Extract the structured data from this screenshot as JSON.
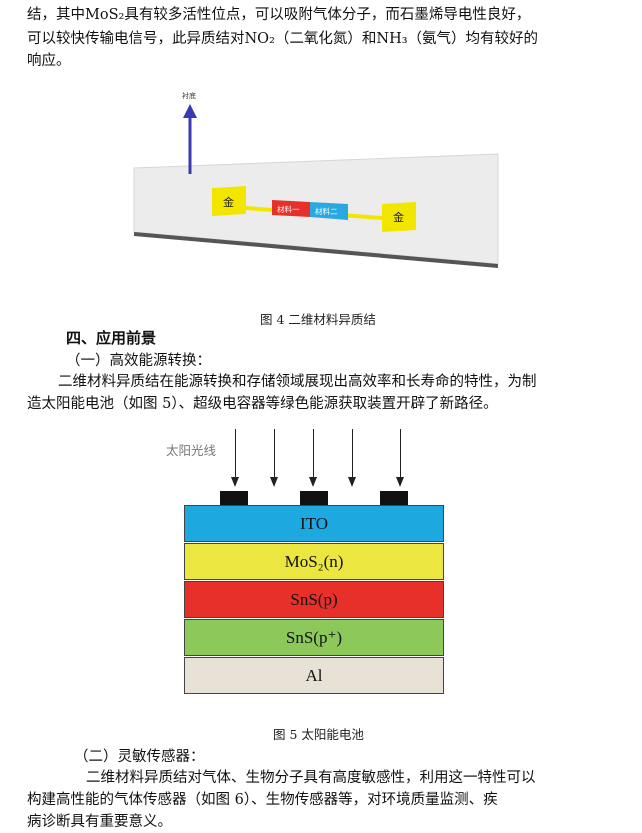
{
  "top_text": {
    "line1": "结，其中MoS₂具有较多活性位点，可以吸附气体分子，而石墨烯导电性良好，",
    "line2": "可以较快传输电信号，此异质结对NO₂（二氧化氮）和NH₃（氨气）均有较好的",
    "line3": "响应。"
  },
  "figure4": {
    "substrate_label": "衬底",
    "electrode_left": "金",
    "electrode_right": "金",
    "material_one": "材料一",
    "material_two": "材料二",
    "colors": {
      "electrode": "#f2e600",
      "material_one": "#e8302a",
      "material_two": "#2aa8e0",
      "arrow": "#3a3ab0"
    },
    "caption": "图 4   二维材料异质结"
  },
  "section": {
    "heading": "四、应用前景",
    "sub1": "（一）高效能源转换：",
    "para1_line1": "二维材料异质结在能源转换和存储领域展现出高效率和长寿命的特性，为制",
    "para1_line2": "造太阳能电池（如图 5）、超级电容器等绿色能源获取装置开辟了新路径。"
  },
  "figure5": {
    "light_label": "太阳光线",
    "layers": [
      {
        "label": "ITO",
        "color": "#1ea8e0"
      },
      {
        "label": "MoS₂(n)",
        "color": "#ebe640"
      },
      {
        "label": "SnS(p)",
        "color": "#e8302a"
      },
      {
        "label": "SnS(p⁺)",
        "color": "#8cc85a"
      },
      {
        "label": "Al",
        "color": "#e8e2d6"
      }
    ],
    "caption": "图 5   太阳能电池"
  },
  "section2": {
    "sub2": "（二）灵敏传感器：",
    "para2_line1": "二维材料异质结对气体、生物分子具有高度敏感性，利用这一特性可以",
    "para2_line2": "构建高性能的气体传感器（如图 6）、生物传感器等，对环境质量监测、疾",
    "para2_line3": "病诊断具有重要意义。"
  }
}
